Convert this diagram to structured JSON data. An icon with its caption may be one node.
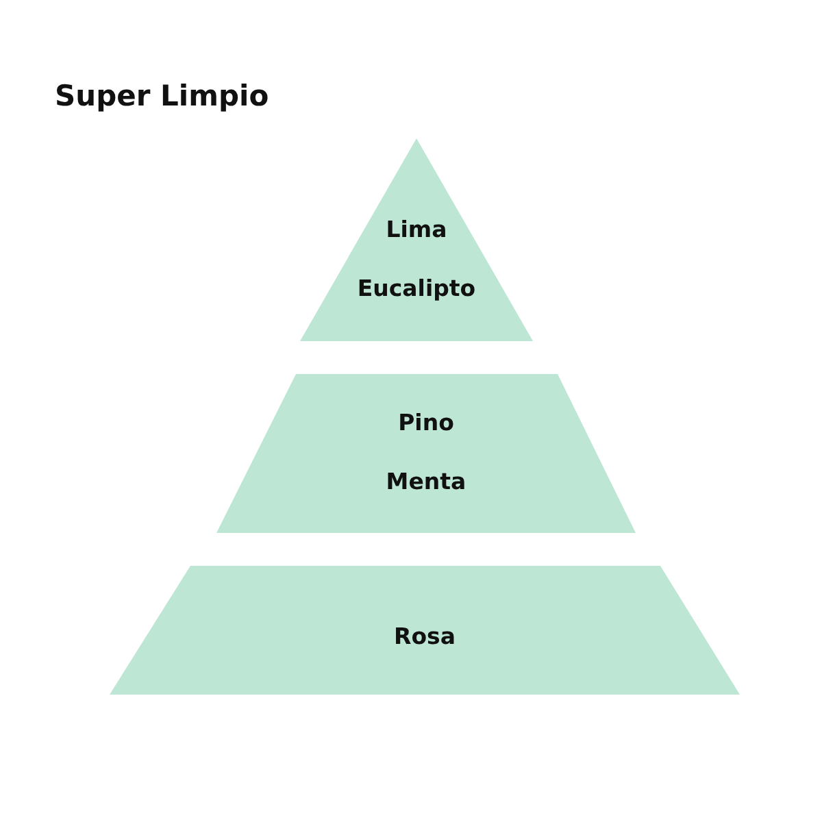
{
  "diagram": {
    "title": "Super Limpio",
    "nodes": [
      {
        "text": [
          "Lima",
          "Eucalipto"
        ]
      },
      {
        "text": [
          "Pino",
          "Menta"
        ]
      },
      {
        "text": [
          "Rosa"
        ]
      }
    ]
  }
}
